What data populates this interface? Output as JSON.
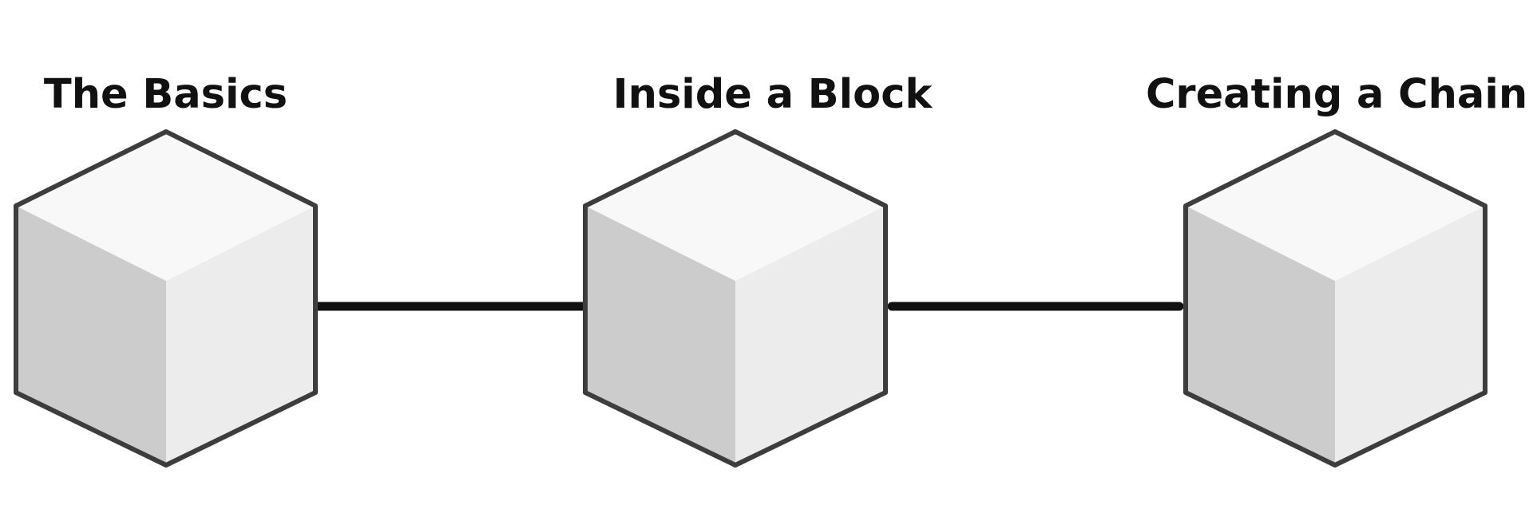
{
  "diagram": {
    "nodes": [
      {
        "id": "basics",
        "label": "The Basics"
      },
      {
        "id": "block",
        "label": "Inside a Block"
      },
      {
        "id": "chain",
        "label": "Creating a Chain"
      }
    ],
    "edges": [
      {
        "from": "basics",
        "to": "block"
      },
      {
        "from": "block",
        "to": "chain"
      }
    ],
    "node_shape": "cube-icon",
    "colors": {
      "cube_top": "#f8f8f8",
      "cube_left": "#cccccc",
      "cube_right": "#ececec",
      "cube_outline": "#3d3d3d",
      "connector": "#111111",
      "title": "#111111",
      "background": "#ffffff"
    }
  }
}
